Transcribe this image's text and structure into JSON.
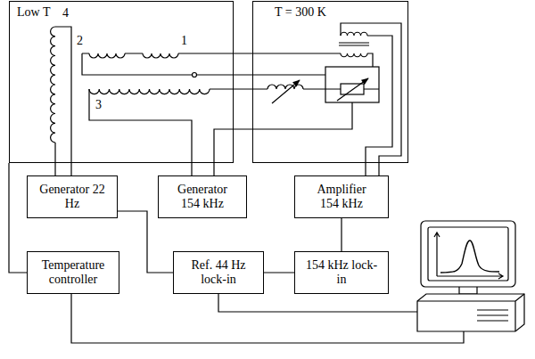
{
  "diagram": {
    "nodes": [
      {
        "text": [
          "Low T"
        ]
      },
      {
        "text": [
          "T = 300 K"
        ]
      },
      {
        "text": [
          "Generator 22 Hz"
        ]
      },
      {
        "text": [
          "Generator 154 kHz"
        ]
      },
      {
        "text": [
          "Amplifier 154 kHz"
        ]
      },
      {
        "text": [
          "Temperature controller"
        ]
      },
      {
        "text": [
          "Ref. 44 Hz lock-in"
        ]
      },
      {
        "text": [
          "154 kHz lock-in"
        ]
      }
    ],
    "edges": [
      {
        "from": 2,
        "to": 6,
        "arrow": "none"
      },
      {
        "from": 6,
        "to": 7,
        "arrow": "none"
      },
      {
        "from": 4,
        "to": 7,
        "arrow": "none"
      },
      {
        "from": 5,
        "to": 0,
        "arrow": "none"
      }
    ],
    "labels": [
      "4",
      "2",
      "1",
      "3"
    ]
  }
}
